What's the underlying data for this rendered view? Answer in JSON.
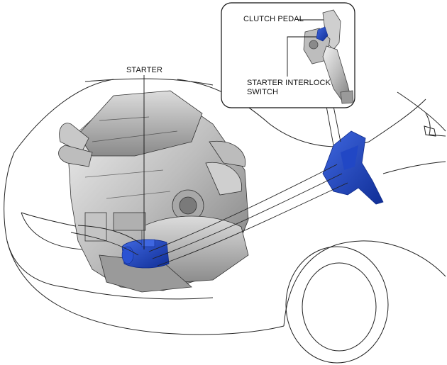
{
  "labels": {
    "starter": "STARTER",
    "clutch_pedal": "CLUTCH PEDAL",
    "interlock_line1": "STARTER INTERLOCK",
    "interlock_line2": "SWITCH"
  },
  "colors": {
    "highlight": "#1f47c8",
    "highlight_dark": "#0e2a8a",
    "metal_light": "#e6e6e6",
    "metal_mid": "#b5b5b5",
    "metal_dark": "#6e6e6e",
    "outline": "#222222"
  }
}
